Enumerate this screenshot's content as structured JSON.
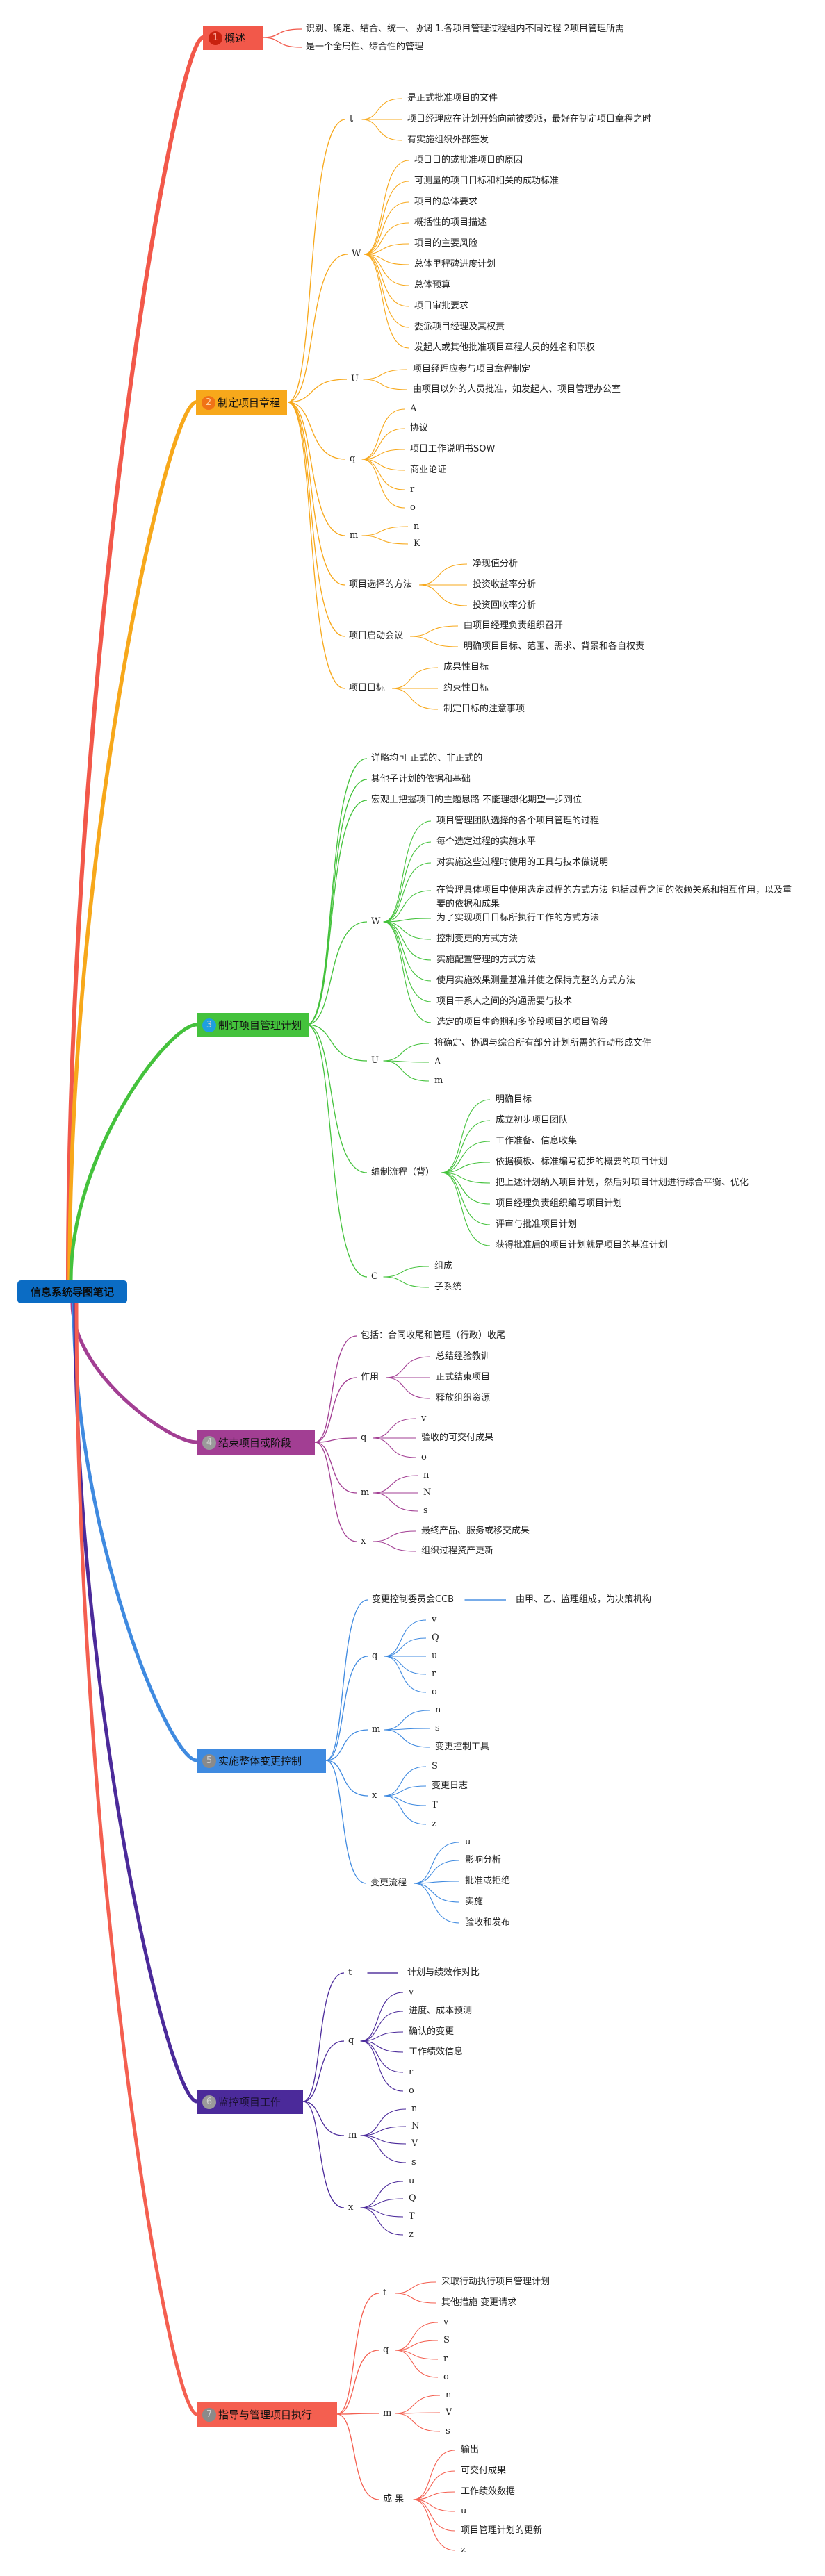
{
  "root": {
    "label": "信息系统导图笔记",
    "color": "#0b6cc4"
  },
  "branches": [
    {
      "num": "1",
      "label": "概述",
      "color": "#f2584a",
      "num_color": "#c8210f",
      "children": [
        {
          "label": "识别、确定、结合、统一、协调 1.各项目管理过程组内不同过程 2项目管理所需"
        },
        {
          "label": "是一个全局性、综合性的管理"
        }
      ]
    },
    {
      "num": "2",
      "label": "制定项目章程",
      "color": "#f7a81b",
      "num_color": "#f07216",
      "children": [
        {
          "label": "t",
          "children": [
            {
              "label": "是正式批准项目的文件"
            },
            {
              "label": "项目经理应在计划开始向前被委派，最好在制定项目章程之时"
            },
            {
              "label": "有实施组织外部签发"
            }
          ]
        },
        {
          "label": "W",
          "children": [
            {
              "label": "项目目的或批准项目的原因"
            },
            {
              "label": "可测量的项目目标和相关的成功标准"
            },
            {
              "label": "项目的总体要求"
            },
            {
              "label": "概括性的项目描述"
            },
            {
              "label": "项目的主要风险"
            },
            {
              "label": "总体里程碑进度计划"
            },
            {
              "label": "总体预算"
            },
            {
              "label": "项目审批要求"
            },
            {
              "label": "委派项目经理及其权责"
            },
            {
              "label": "发起人或其他批准项目章程人员的姓名和职权"
            }
          ]
        },
        {
          "label": "U",
          "children": [
            {
              "label": "项目经理应参与项目章程制定"
            },
            {
              "label": "由项目以外的人员批准，如发起人、项目管理办公室"
            }
          ]
        },
        {
          "label": "q",
          "children": [
            {
              "label": "A"
            },
            {
              "label": "协议"
            },
            {
              "label": "项目工作说明书SOW"
            },
            {
              "label": "商业论证"
            },
            {
              "label": "r"
            },
            {
              "label": "o"
            }
          ]
        },
        {
          "label": "m",
          "children": [
            {
              "label": "n"
            },
            {
              "label": "K"
            }
          ]
        },
        {
          "label": "项目选择的方法",
          "children": [
            {
              "label": "净现值分析"
            },
            {
              "label": "投资收益率分析"
            },
            {
              "label": "投资回收率分析"
            }
          ]
        },
        {
          "label": "项目启动会议",
          "children": [
            {
              "label": "由项目经理负责组织召开"
            },
            {
              "label": "明确项目目标、范围、需求、背景和各自权责"
            }
          ]
        },
        {
          "label": "项目目标",
          "children": [
            {
              "label": "成果性目标"
            },
            {
              "label": "约束性目标"
            },
            {
              "label": "制定目标的注意事项"
            }
          ]
        }
      ]
    },
    {
      "num": "3",
      "label": "制订项目管理计划",
      "color": "#44c23c",
      "num_color": "#1f9fe0",
      "children": [
        {
          "label": "详略均可 正式的、非正式的"
        },
        {
          "label": "其他子计划的依据和基础"
        },
        {
          "label": "宏观上把握项目的主题思路 不能理想化期望一步到位"
        },
        {
          "label": "W",
          "children": [
            {
              "label": "项目管理团队选择的各个项目管理的过程"
            },
            {
              "label": "每个选定过程的实施水平"
            },
            {
              "label": "对实施这些过程时使用的工具与技术做说明"
            },
            {
              "label": "在管理具体项目中使用选定过程的方式方法 包括过程之间的依赖关系和相互作用，以及重要的依据和成果"
            },
            {
              "label": "为了实现项目目标所执行工作的方式方法"
            },
            {
              "label": "控制变更的方式方法"
            },
            {
              "label": "实施配置管理的方式方法"
            },
            {
              "label": "使用实施效果测量基准并使之保持完整的方式方法"
            },
            {
              "label": "项目干系人之间的沟通需要与技术"
            },
            {
              "label": "选定的项目生命期和多阶段项目的项目阶段"
            }
          ]
        },
        {
          "label": "U",
          "children": [
            {
              "label": "将确定、协调与综合所有部分计划所需的行动形成文件"
            },
            {
              "label": "A"
            },
            {
              "label": "m"
            }
          ]
        },
        {
          "label": "编制流程（背）",
          "children": [
            {
              "label": "明确目标"
            },
            {
              "label": "成立初步项目团队"
            },
            {
              "label": "工作准备、信息收集"
            },
            {
              "label": "依据模板、标准编写初步的概要的项目计划"
            },
            {
              "label": "把上述计划纳入项目计划，然后对项目计划进行综合平衡、优化"
            },
            {
              "label": "项目经理负责组织编写项目计划"
            },
            {
              "label": "评审与批准项目计划"
            },
            {
              "label": "获得批准后的项目计划就是项目的基准计划"
            }
          ]
        },
        {
          "label": "C",
          "children": [
            {
              "label": "组成"
            },
            {
              "label": "子系统"
            }
          ]
        }
      ]
    },
    {
      "num": "4",
      "label": "结束项目或阶段",
      "color": "#a23e93",
      "num_color": "#9a9a9a",
      "children": [
        {
          "label": "包括：合同收尾和管理（行政）收尾"
        },
        {
          "label": "作用",
          "children": [
            {
              "label": "总结经验教训"
            },
            {
              "label": "正式结束项目"
            },
            {
              "label": "释放组织资源"
            }
          ]
        },
        {
          "label": "q",
          "children": [
            {
              "label": "v"
            },
            {
              "label": "验收的可交付成果"
            },
            {
              "label": "o"
            }
          ]
        },
        {
          "label": "m",
          "children": [
            {
              "label": "n"
            },
            {
              "label": "N"
            },
            {
              "label": "s"
            }
          ]
        },
        {
          "label": "x",
          "children": [
            {
              "label": "最终产品、服务或移交成果"
            },
            {
              "label": "组织过程资产更新"
            }
          ]
        }
      ]
    },
    {
      "num": "5",
      "label": "实施整体变更控制",
      "color": "#3f8ae0",
      "num_color": "#8a8a8a",
      "children": [
        {
          "label": "变更控制委员会CCB",
          "children": [
            {
              "label": "由甲、乙、监理组成，为决策机构"
            }
          ]
        },
        {
          "label": "q",
          "children": [
            {
              "label": "v"
            },
            {
              "label": "Q"
            },
            {
              "label": "u"
            },
            {
              "label": "r"
            },
            {
              "label": "o"
            }
          ]
        },
        {
          "label": "m",
          "children": [
            {
              "label": "n"
            },
            {
              "label": "s"
            },
            {
              "label": "变更控制工具"
            }
          ]
        },
        {
          "label": "x",
          "children": [
            {
              "label": "S"
            },
            {
              "label": "变更日志"
            },
            {
              "label": "T"
            },
            {
              "label": "z"
            }
          ]
        },
        {
          "label": "变更流程",
          "children": [
            {
              "label": "u"
            },
            {
              "label": "影响分析"
            },
            {
              "label": "批准或拒绝"
            },
            {
              "label": "实施"
            },
            {
              "label": "验收和发布"
            }
          ]
        }
      ]
    },
    {
      "num": "6",
      "label": "监控项目工作",
      "color": "#4b2a9a",
      "num_color": "#9a9a9a",
      "children": [
        {
          "label": "t",
          "children": [
            {
              "label": "计划与绩效作对比"
            }
          ]
        },
        {
          "label": "q",
          "children": [
            {
              "label": "v"
            },
            {
              "label": "进度、成本预测"
            },
            {
              "label": "确认的变更"
            },
            {
              "label": "工作绩效信息"
            },
            {
              "label": "r"
            },
            {
              "label": "o"
            }
          ]
        },
        {
          "label": "m",
          "children": [
            {
              "label": "n"
            },
            {
              "label": "N"
            },
            {
              "label": "V"
            },
            {
              "label": "s"
            }
          ]
        },
        {
          "label": "x",
          "children": [
            {
              "label": "u"
            },
            {
              "label": "Q"
            },
            {
              "label": "T"
            },
            {
              "label": "z"
            }
          ]
        }
      ]
    },
    {
      "num": "7",
      "label": "指导与管理项目执行",
      "color": "#f45f50",
      "num_color": "#8a8a8a",
      "children": [
        {
          "label": "t",
          "children": [
            {
              "label": "采取行动执行项目管理计划"
            },
            {
              "label": "其他措施 变更请求"
            }
          ]
        },
        {
          "label": "q",
          "children": [
            {
              "label": "v"
            },
            {
              "label": "S"
            },
            {
              "label": "r"
            },
            {
              "label": "o"
            }
          ]
        },
        {
          "label": "m",
          "children": [
            {
              "label": "n"
            },
            {
              "label": "V"
            },
            {
              "label": "s"
            }
          ]
        },
        {
          "label": "成 果",
          "children": [
            {
              "label": "输出"
            },
            {
              "label": "可交付成果"
            },
            {
              "label": "工作绩效数据"
            },
            {
              "label": "u"
            },
            {
              "label": "项目管理计划的更新"
            },
            {
              "label": "z"
            }
          ]
        }
      ]
    }
  ]
}
